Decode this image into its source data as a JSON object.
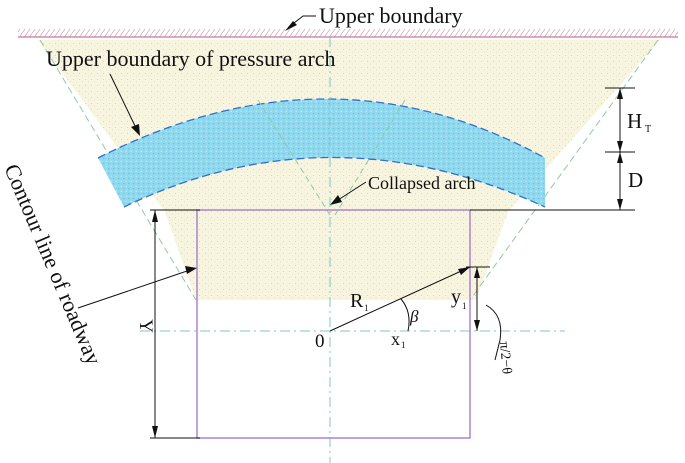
{
  "labels": {
    "upper_boundary": "Upper boundary",
    "upper_boundary_pressure_arch": "Upper boundary of pressure arch",
    "collapsed_arch": "Collapsed arch",
    "contour_line": "Contour line of roadway",
    "origin": "0",
    "radius": "R",
    "radius_sub": "1",
    "beta": "β",
    "x": "x",
    "x_sub": "1",
    "y": "y",
    "y_sub": "1",
    "height_Y": "Y",
    "h_t": "H",
    "h_t_sub": "T",
    "d": "D",
    "angle": "π/2−θ"
  },
  "colors": {
    "ground_hatch": "#c47a9a",
    "arch_fill": "#7fd3ea",
    "arch_edge": "#2f6fd0",
    "sand_fill": "#f1efd2",
    "roadway": "#a77ad0",
    "axis": "#7fc7c7",
    "line": "#111111"
  }
}
